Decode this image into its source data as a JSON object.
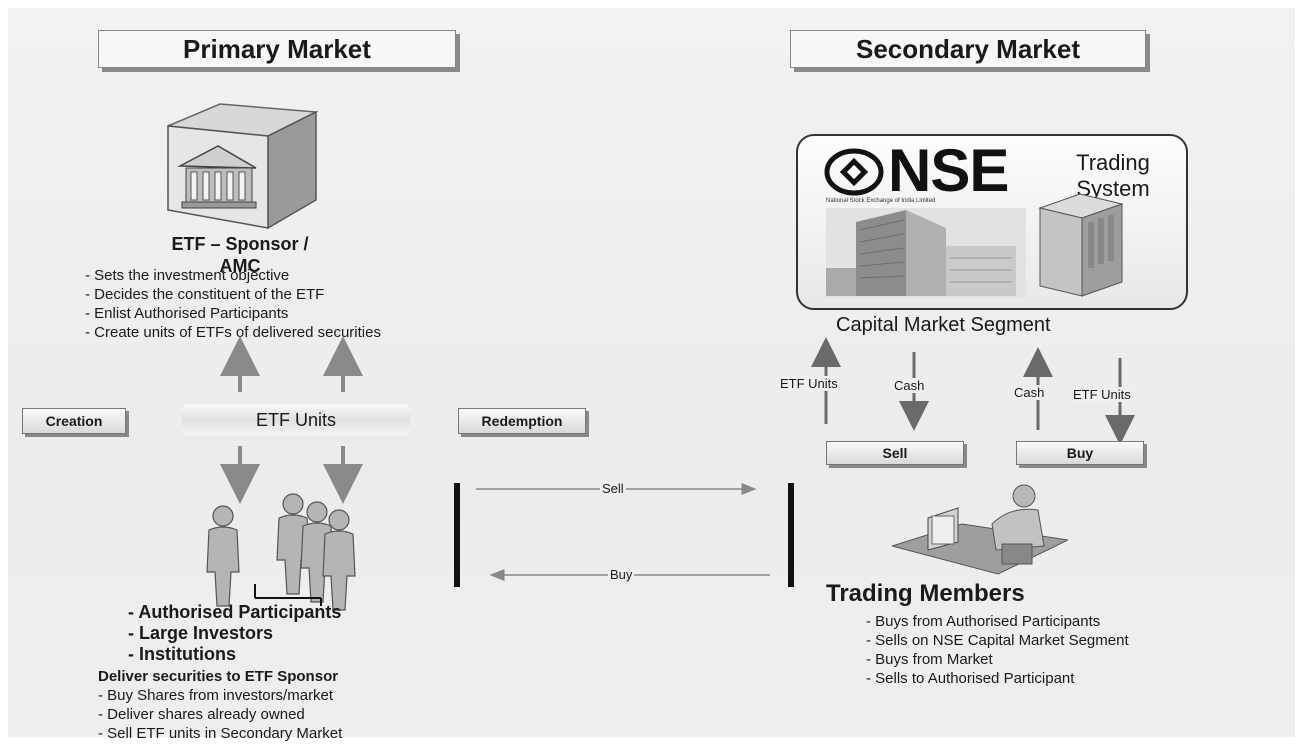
{
  "headers": {
    "primary": "Primary Market",
    "secondary": "Secondary Market"
  },
  "sponsor": {
    "title_line1": "ETF – Sponsor /",
    "title_line2": "AMC",
    "points": [
      "- Sets the investment objective",
      "- Decides the constituent of the ETF",
      "- Enlist Authorised Participants",
      "- Create units of ETFs of delivered securities"
    ]
  },
  "flow": {
    "creation": "Creation",
    "redemption": "Redemption",
    "etf_units": "ETF Units",
    "sell": "Sell",
    "buy": "Buy"
  },
  "participants": {
    "types": [
      "- Authorised Participants",
      "- Large Investors",
      "- Institutions"
    ],
    "deliver_title": "Deliver securities to ETF Sponsor",
    "deliver_points": [
      "- Buy Shares from investors/market",
      "- Deliver shares already owned",
      "- Sell ETF units in Secondary Market"
    ]
  },
  "nse": {
    "logo": "NSE",
    "logo_subtitle": "National Stock Exchange of India Limited",
    "trading_line1": "Trading",
    "trading_line2": "System",
    "segment": "Capital Market Segment"
  },
  "secondary_flows": {
    "etf_units_left": "ETF Units",
    "cash_left": "Cash",
    "cash_right": "Cash",
    "etf_units_right": "ETF Units",
    "sell_button": "Sell",
    "buy_button": "Buy"
  },
  "trading_members": {
    "title": "Trading Members",
    "points": [
      "- Buys from Authorised Participants",
      "- Sells on NSE Capital Market Segment",
      "- Buys from Market",
      "- Sells to Authorised Participant"
    ]
  }
}
